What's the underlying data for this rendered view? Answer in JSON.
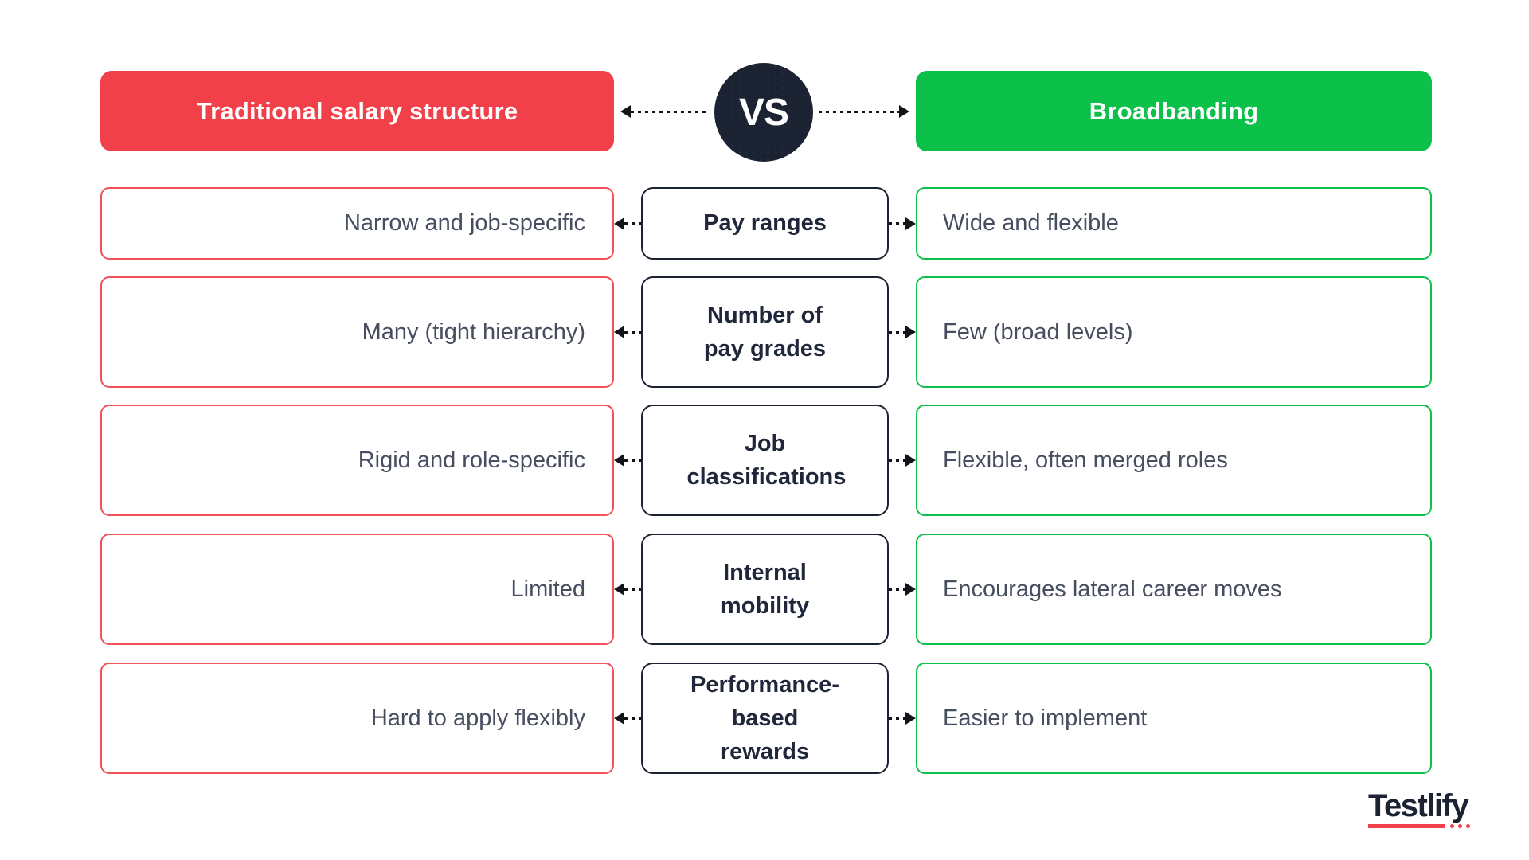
{
  "header": {
    "left_label": "Traditional salary structure",
    "vs_label": "VS",
    "right_label": "Broadbanding"
  },
  "rows": [
    {
      "traditional": "Narrow and job-specific",
      "category": "Pay ranges",
      "broadbanding": "Wide and flexible"
    },
    {
      "traditional": "Many (tight hierarchy)",
      "category": "Number of pay grades",
      "broadbanding": "Few (broad levels)"
    },
    {
      "traditional": "Rigid and role-specific",
      "category": "Job classifications",
      "broadbanding": "Flexible, often merged roles"
    },
    {
      "traditional": "Limited",
      "category": "Internal mobility",
      "broadbanding": "Encourages lateral career moves"
    },
    {
      "traditional": "Hard to apply flexibly",
      "category": "Performance-based rewards",
      "broadbanding": "Easier to implement"
    }
  ],
  "branding": {
    "logo_text": "Testlify"
  },
  "colors": {
    "traditional_accent": "#F2404B",
    "broadbanding_accent": "#0CC149",
    "vs_circle": "#1B2232",
    "body_text": "#474E60",
    "category_text": "#20273A"
  },
  "icons": {
    "left_arrow": "dotted-arrow-left-icon",
    "right_arrow": "dotted-arrow-right-icon"
  }
}
